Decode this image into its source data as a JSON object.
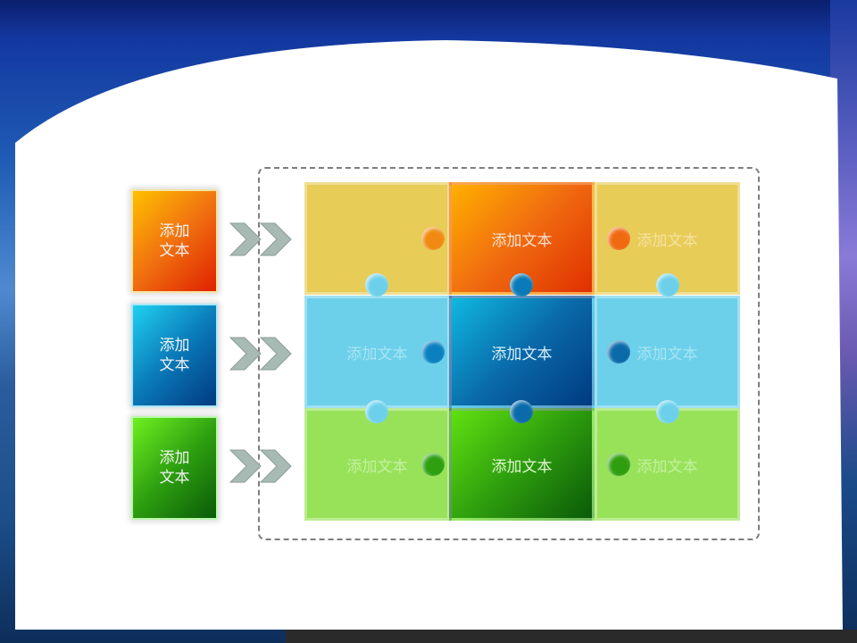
{
  "left_boxes": [
    {
      "label": "添加文本",
      "line1": "添加",
      "line2": "文本",
      "color": "#f07010"
    },
    {
      "label": "添加文本",
      "line1": "添加",
      "line2": "文本",
      "color": "#0a7ab8"
    },
    {
      "label": "添加文本",
      "line1": "添加",
      "line2": "文本",
      "color": "#2ea010"
    }
  ],
  "puzzle": [
    [
      {
        "label": ""
      },
      {
        "label": "添加文本"
      },
      {
        "label": "添加文本"
      }
    ],
    [
      {
        "label": "添加文本"
      },
      {
        "label": "添加文本"
      },
      {
        "label": "添加文本"
      }
    ],
    [
      {
        "label": "添加文本"
      },
      {
        "label": "添加文本"
      },
      {
        "label": "添加文本"
      }
    ]
  ],
  "colors": {
    "yellow": "#e8cc58",
    "orange": "#f06a10",
    "lightblue": "#6cd0ea",
    "blue": "#0a6aaa",
    "lightgreen": "#98e25a",
    "green": "#2e9e0e"
  }
}
